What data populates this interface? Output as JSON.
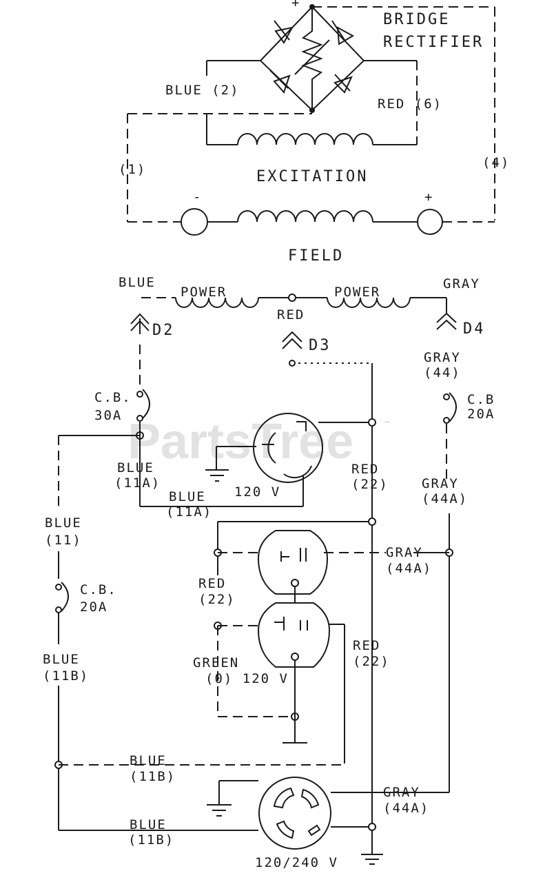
{
  "watermark": {
    "text": "PartsTree",
    "trademark": "™"
  },
  "exciter": {
    "bridge_title_1": "BRIDGE",
    "bridge_title_2": "RECTIFIER",
    "plus": "+",
    "wire_blue_2": "BLUE (2)",
    "wire_red_6": "RED (6)",
    "wire_1": "(1)",
    "wire_4": "(4)",
    "excitation": "EXCITATION",
    "field": "FIELD",
    "minus": "-",
    "plus_field": "+"
  },
  "power": {
    "blue": "BLUE",
    "gray": "GRAY",
    "winding_1": "POWER",
    "winding_2": "POWER",
    "red": "RED",
    "d2": "D2",
    "d3": "D3",
    "d4": "D4"
  },
  "breakers": {
    "cb30_1": "C.B.",
    "cb30_2": "30A",
    "cb20r_1": "C.B",
    "cb20r_2": "20A",
    "cb20l_1": "C.B.",
    "cb20l_2": "20A"
  },
  "labels": {
    "gray_44": "GRAY",
    "gray_44_num": "(44)",
    "blue_11a": "BLUE",
    "blue_11a_num": "(11A)",
    "blue_11a_b": "BLUE",
    "blue_11a_b_num": "(11A)",
    "v120_top": "120 V",
    "red_22_a": "RED",
    "red_22_a_num": "(22)",
    "gray_44a_a": "GRAY",
    "gray_44a_a_num": "(44A)",
    "blue_11": "BLUE",
    "blue_11_num": "(11)",
    "gray_44a_b": "GRAY",
    "gray_44a_b_num": "(44A)",
    "red_22_b": "RED",
    "red_22_b_num": "(22)",
    "red_22_c": "RED",
    "red_22_c_num": "(22)",
    "green_0": "GREEN",
    "green_0_num": "(0) 120 V",
    "blue_11b": "BLUE",
    "blue_11b_num": "(11B)",
    "blue_11b_mid": "BLUE",
    "blue_11b_mid_num": "(11B)",
    "gray_44a_c": "GRAY",
    "gray_44a_c_num": "(44A)",
    "blue_11b_bot": "BLUE",
    "blue_11b_bot_num": "(11B)",
    "v120_240": "120/240 V"
  }
}
